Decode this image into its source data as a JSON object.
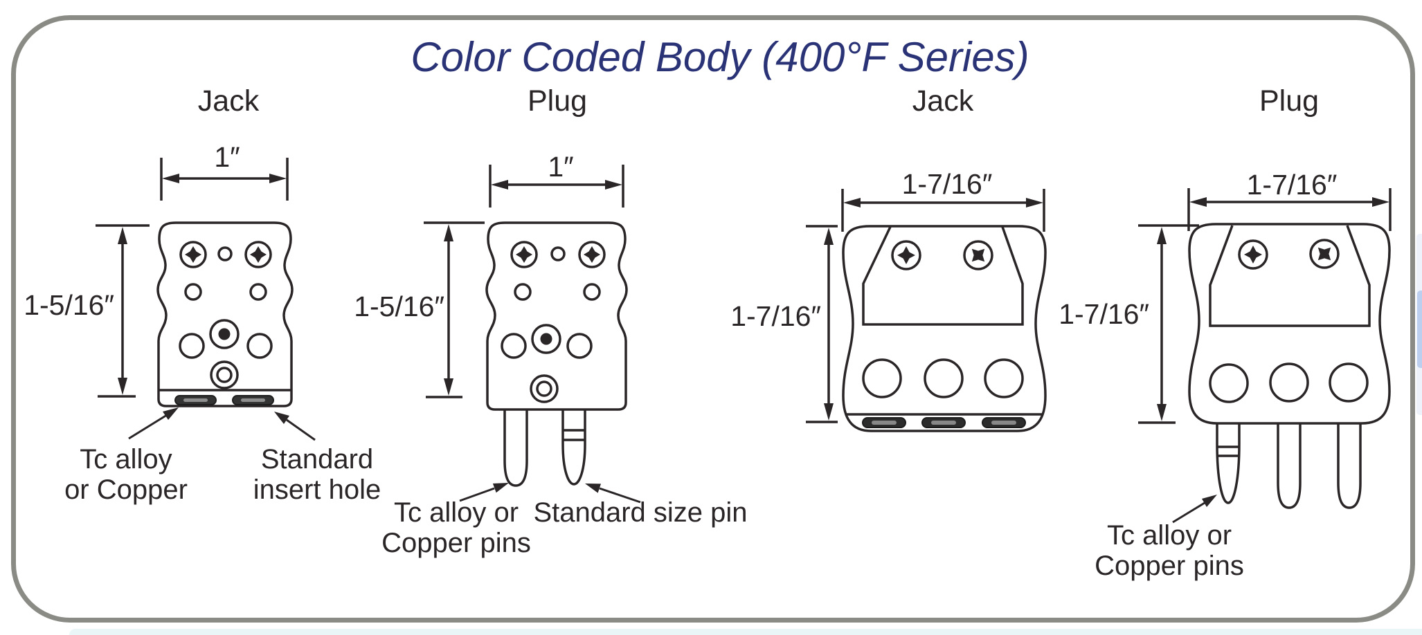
{
  "panel": {
    "title": "Color Coded Body (400°F Series)",
    "title_color": "#2b3377",
    "border_color": "#8b8b86",
    "ink_color": "#2a2526"
  },
  "connectors": {
    "jack_small": {
      "label": "Jack",
      "width_dim": "1″",
      "height_dim": "1-5/16″",
      "callout_left_line1": "Tc alloy",
      "callout_left_line2": "or Copper",
      "callout_right_line1": "Standard",
      "callout_right_line2": "insert hole"
    },
    "plug_small": {
      "label": "Plug",
      "width_dim": "1″",
      "height_dim": "1-5/16″",
      "callout_left_line1": "Tc alloy or",
      "callout_left_line2": "Copper pins",
      "callout_right_line1": "Standard size pin"
    },
    "jack_large": {
      "label": "Jack",
      "width_dim": "1-7/16″",
      "height_dim": "1-7/16″"
    },
    "plug_large": {
      "label": "Plug",
      "width_dim": "1-7/16″",
      "height_dim": "1-7/16″",
      "callout_left_line1": "Tc alloy or",
      "callout_left_line2": "Copper pins"
    }
  }
}
